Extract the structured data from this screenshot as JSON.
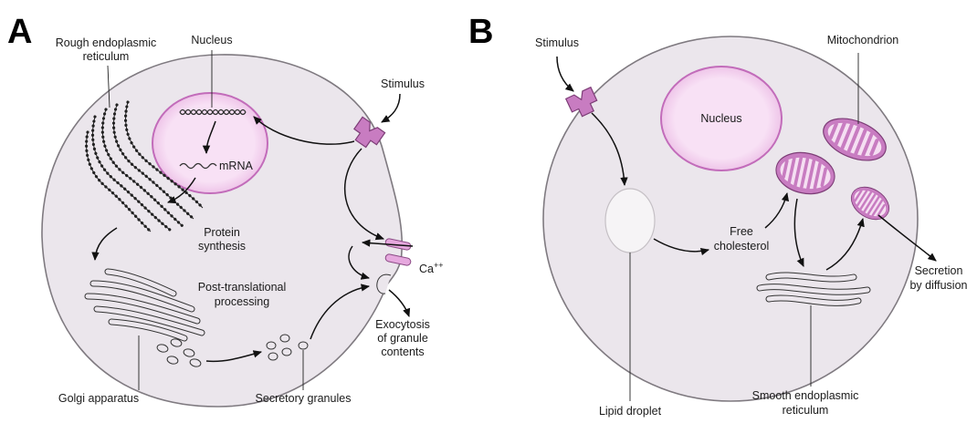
{
  "panel_a": {
    "letter": "A",
    "labels": {
      "rough_er": [
        "Rough endoplasmic",
        "reticulum"
      ],
      "nucleus": "Nucleus",
      "mrna": "mRNA",
      "stimulus": "Stimulus",
      "protein_synthesis": [
        "Protein",
        "synthesis"
      ],
      "post_translational": [
        "Post-translational",
        "processing"
      ],
      "calcium": "Ca",
      "calcium_charge": "++",
      "exocytosis": [
        "Exocytosis",
        "of granule",
        "contents"
      ],
      "golgi": "Golgi apparatus",
      "secretory_granules": "Secretory granules"
    }
  },
  "panel_b": {
    "letter": "B",
    "labels": {
      "stimulus": "Stimulus",
      "nucleus": "Nucleus",
      "mitochondrion": "Mitochondrion",
      "free_cholesterol": [
        "Free",
        "cholesterol"
      ],
      "secretion": [
        "Secretion",
        "by diffusion"
      ],
      "lipid_droplet": "Lipid droplet",
      "smooth_er": [
        "Smooth endoplasmic",
        "reticulum"
      ]
    }
  },
  "colors": {
    "cell_fill": "#ebe6ec",
    "cell_stroke": "#7f7a80",
    "nucleus_fill": "#f8e1f5",
    "nucleus_stroke": "#c26cba",
    "organelle_fill": "#c87cc1",
    "ink": "#1a1a1a"
  }
}
